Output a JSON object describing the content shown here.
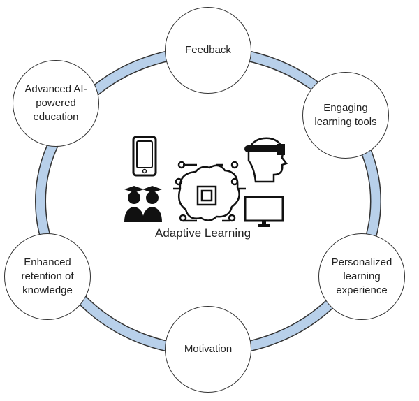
{
  "title": "Adaptive Learning",
  "nodes": [
    {
      "label": "Feedback"
    },
    {
      "label": "Engaging learning tools"
    },
    {
      "label": "Personalized learning experience"
    },
    {
      "label": "Motivation"
    },
    {
      "label": "Enhanced retention of knowledge"
    },
    {
      "label": "Advanced AI-powered education"
    }
  ],
  "colors": {
    "ring": "#b8d0ea",
    "ring_border": "#333333"
  }
}
